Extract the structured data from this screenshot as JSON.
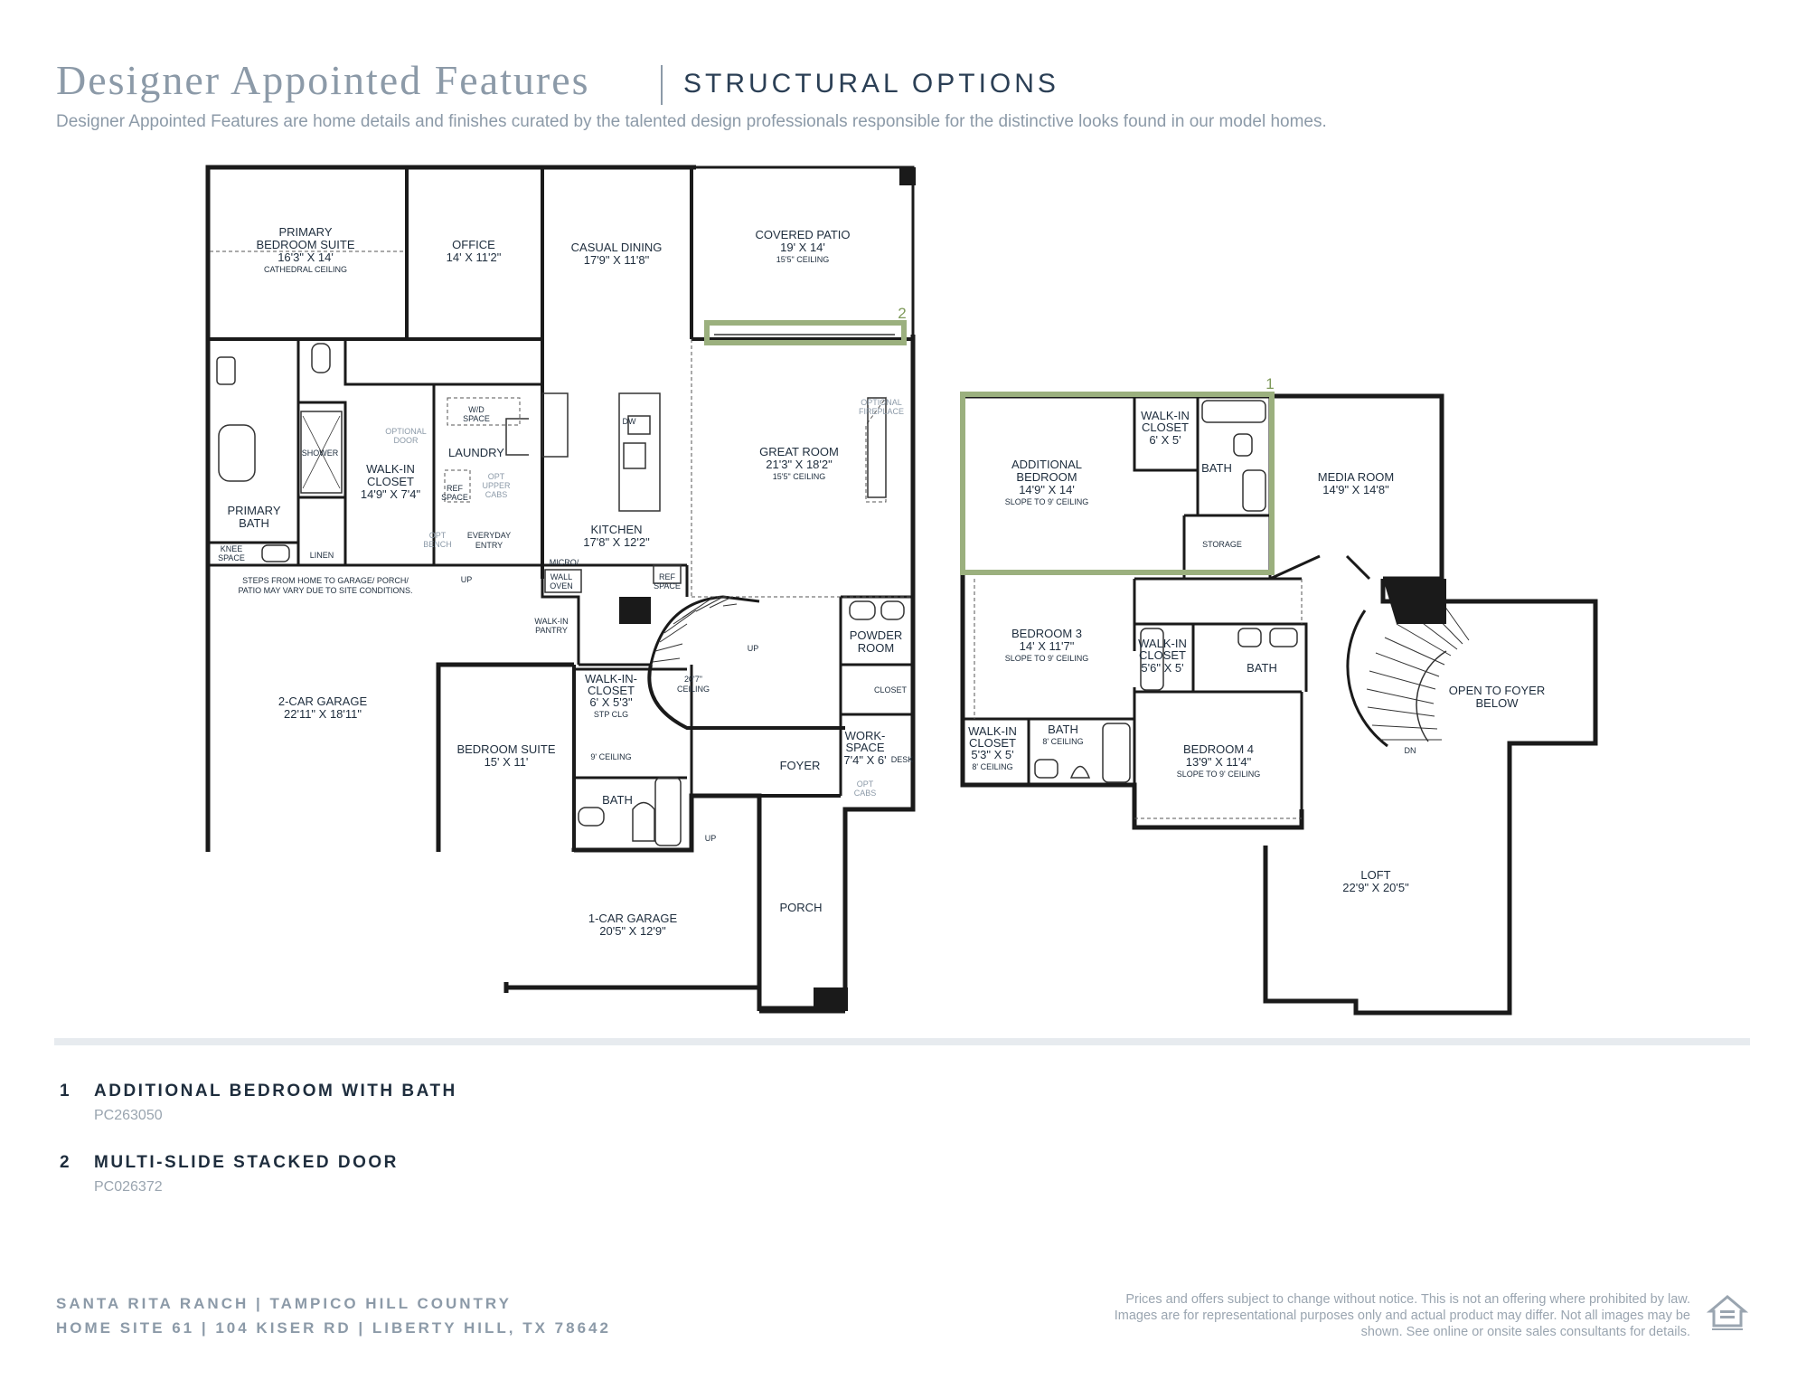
{
  "header": {
    "title": "Designer Appointed Features",
    "subtitle": "STRUCTURAL OPTIONS",
    "description": "Designer Appointed Features are home details and finishes curated by the talented design professionals responsible for the distinctive looks found in our model homes."
  },
  "first_floor": {
    "rooms": [
      {
        "name": "PRIMARY",
        "name2": "BEDROOM SUITE",
        "dims": "16'3\" X 14'",
        "note": "CATHEDRAL CEILING"
      },
      {
        "name": "OFFICE",
        "dims": "14' X 11'2\""
      },
      {
        "name": "CASUAL DINING",
        "dims": "17'9\" X 11'8\""
      },
      {
        "name": "COVERED PATIO",
        "dims": "19' X 14'",
        "note": "15'5\" CEILING"
      },
      {
        "name": "GREAT ROOM",
        "dims": "21'3\" X 18'2\"",
        "note": "15'5\" CEILING"
      },
      {
        "name": "KITCHEN",
        "dims": "17'8\" X 12'2\""
      },
      {
        "name": "WALK-IN",
        "name2": "CLOSET",
        "dims": "14'9\" X 7'4\""
      },
      {
        "name": "LAUNDRY"
      },
      {
        "name": "PRIMARY",
        "name2": "BATH"
      },
      {
        "name": "2-CAR GARAGE",
        "dims": "22'11\" X 18'11\""
      },
      {
        "name": "BEDROOM SUITE",
        "dims": "15' X 11'"
      },
      {
        "name": "WALK-IN-",
        "name2": "CLOSET",
        "dims": "6' X 5'3\"",
        "note": "STP CLG"
      },
      {
        "name": "BATH"
      },
      {
        "name": "POWDER",
        "name2": "ROOM"
      },
      {
        "name": "FOYER"
      },
      {
        "name": "WORK-",
        "name2": "SPACE",
        "dims": "7'4\" X 6'"
      },
      {
        "name": "1-CAR GARAGE",
        "dims": "20'5\" X 12'9\""
      },
      {
        "name": "PORCH"
      }
    ],
    "small_labels": {
      "shower": "SHOWER",
      "knee_space": "KNEE",
      "knee_space2": "SPACE",
      "linen": "LINEN",
      "optional_door": "OPTIONAL",
      "optional_door2": "DOOR",
      "wd_space": "W/D",
      "wd_space2": "SPACE",
      "ref_space": "REF",
      "ref_space2": "SPACE",
      "opt_upper_cabs": "OPT",
      "opt_upper_cabs2": "UPPER",
      "opt_upper_cabs3": "CABS",
      "opt_bench": "OPT",
      "opt_bench2": "BENCH",
      "everyday_entry": "EVERYDAY",
      "everyday_entry2": "ENTRY",
      "up": "UP",
      "steps_note": "STEPS FROM HOME TO GARAGE/ PORCH/",
      "steps_note2": "PATIO MAY VARY DUE TO SITE CONDITIONS.",
      "dw": "DW",
      "micro": "MICRO/",
      "wall_oven": "WALL",
      "wall_oven2": "OVEN",
      "ref_space_k": "REF",
      "ref_space_k2": "SPACE",
      "walk_in_pantry": "WALK-IN",
      "walk_in_pantry2": "PANTRY",
      "ceiling_207": "20'7\"",
      "ceiling_207b": "CEILING",
      "up_stair": "UP",
      "nine_ceiling": "9' CEILING",
      "closet": "CLOSET",
      "desk": "DESK",
      "opt_cabs": "OPT",
      "opt_cabs2": "CABS",
      "optional_fireplace": "OPTIONAL",
      "optional_fireplace2": "FIREPLACE",
      "up_bath": "UP"
    }
  },
  "second_floor": {
    "rooms": [
      {
        "name": "ADDITIONAL",
        "name2": "BEDROOM",
        "dims": "14'9\" X 14'",
        "note": "SLOPE TO 9' CEILING"
      },
      {
        "name": "WALK-IN",
        "name2": "CLOSET",
        "dims": "6' X 5'"
      },
      {
        "name": "BATH"
      },
      {
        "name": "STORAGE"
      },
      {
        "name": "MEDIA ROOM",
        "dims": "14'9\" X 14'8\""
      },
      {
        "name": "BEDROOM 3",
        "dims": "14' X 11'7\"",
        "note": "SLOPE TO 9' CEILING"
      },
      {
        "name": "WALK-IN",
        "name2": "CLOSET",
        "dims": "5'6\" X 5'"
      },
      {
        "name": "BATH"
      },
      {
        "name": "WALK-IN",
        "name2": "CLOSET",
        "dims": "5'3\" X 5'",
        "note": "8' CEILING"
      },
      {
        "name": "BATH",
        "note": "8' CEILING"
      },
      {
        "name": "BEDROOM 4",
        "dims": "13'9\" X 11'4\"",
        "note": "SLOPE TO 9' CEILING"
      },
      {
        "name": "OPEN TO FOYER",
        "name2": "BELOW"
      },
      {
        "name": "LOFT",
        "dims": "22'9\" X 20'5\""
      }
    ],
    "dn": "DN"
  },
  "markers": [
    "1",
    "2"
  ],
  "options": [
    {
      "number": "1",
      "title": "ADDITIONAL BEDROOM WITH BATH",
      "code": "PC263050"
    },
    {
      "number": "2",
      "title": "MULTI-SLIDE STACKED DOOR",
      "code": "PC026372"
    }
  ],
  "footer": {
    "line1": "SANTA RITA RANCH  |  TAMPICO HILL COUNTRY",
    "line2": "HOME SITE 61  |  104 KISER RD  |  LIBERTY HILL, TX 78642",
    "disclaimer": "Prices and offers subject to change without notice. This is not an offering where prohibited by law. Images are for representational purposes only and actual product may differ. Not all images may be shown. See online or onsite sales consultants for details."
  },
  "colors": {
    "highlight": "#9bb07e",
    "wall": "#1a1a1a",
    "heading_gray": "#8c9aa8",
    "navy": "#1e2d3d"
  }
}
